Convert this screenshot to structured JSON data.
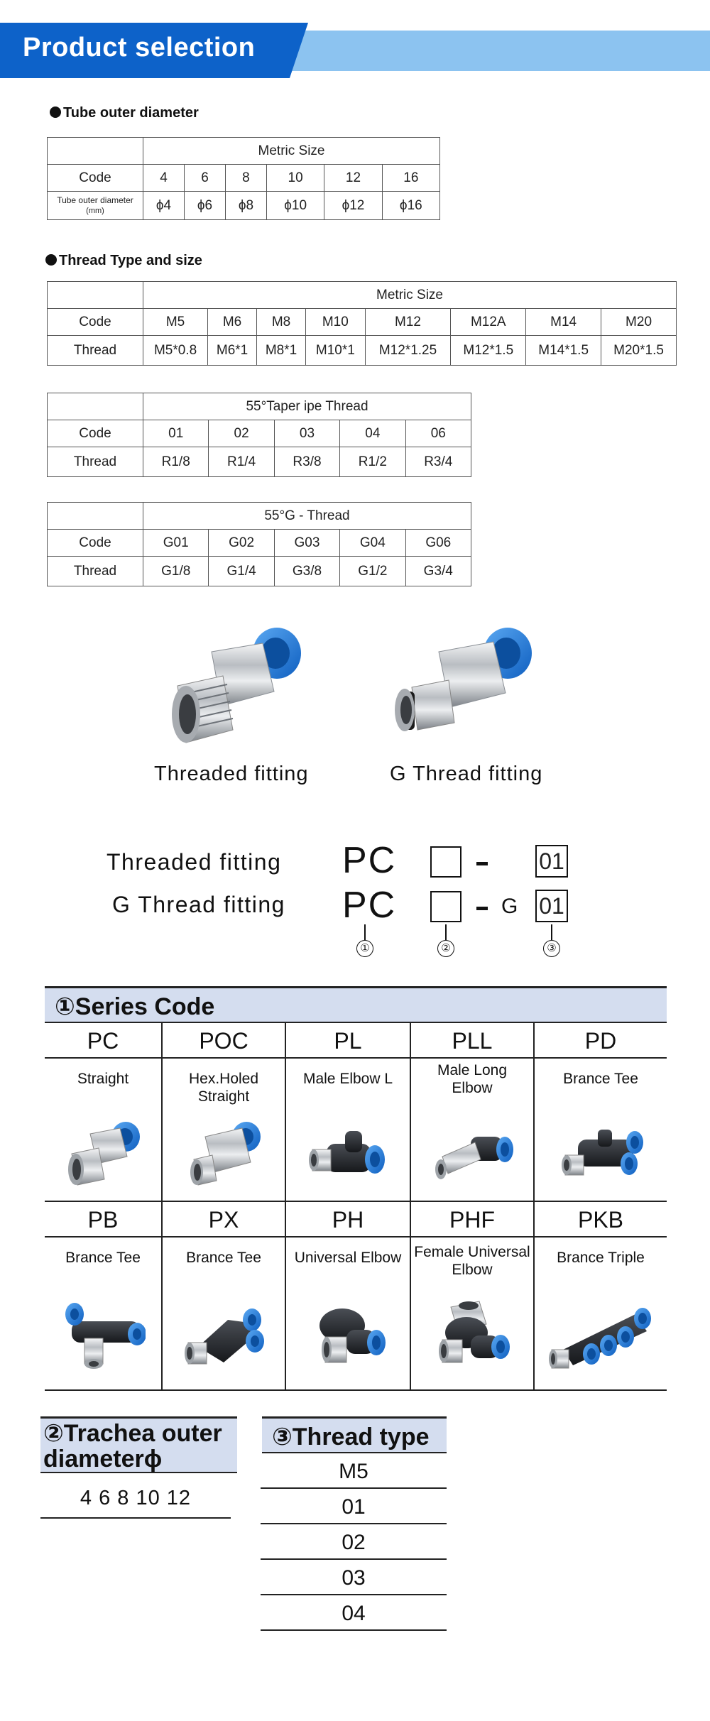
{
  "header": {
    "title": "Product selection"
  },
  "tube": {
    "label": "Tube outer diameter",
    "heading": "Metric Size",
    "code_label": "Code",
    "codes": [
      "4",
      "6",
      "8",
      "10",
      "12",
      "16"
    ],
    "row_label_1": "Tube outer diameter",
    "row_label_2": "(mm)",
    "values": [
      "ϕ4",
      "ϕ6",
      "ϕ8",
      "ϕ10",
      "ϕ12",
      "ϕ16"
    ]
  },
  "thread": {
    "label": "Thread Type and size",
    "metric": {
      "heading": "Metric Size",
      "code_label": "Code",
      "thread_label": "Thread",
      "codes": [
        "M5",
        "M6",
        "M8",
        "M10",
        "M12",
        "M12A",
        "M14",
        "M20"
      ],
      "values": [
        "M5*0.8",
        "M6*1",
        "M8*1",
        "M10*1",
        "M12*1.25",
        "M12*1.5",
        "M14*1.5",
        "M20*1.5"
      ]
    },
    "taper": {
      "heading": "55°Taper ipe Thread",
      "code_label": "Code",
      "thread_label": "Thread",
      "codes": [
        "01",
        "02",
        "03",
        "04",
        "06"
      ],
      "values": [
        "R1/8",
        "R1/4",
        "R3/8",
        "R1/2",
        "R3/4"
      ]
    },
    "g": {
      "heading": "55°G - Thread",
      "code_label": "Code",
      "thread_label": "Thread",
      "codes": [
        "G01",
        "G02",
        "G03",
        "G04",
        "G06"
      ],
      "values": [
        "G1/8",
        "G1/4",
        "G3/8",
        "G1/2",
        "G3/4"
      ]
    }
  },
  "fittings": {
    "threaded_caption": "Threaded fitting",
    "g_caption": "G Thread fitting"
  },
  "code_builder": {
    "row1_label": "Threaded fitting",
    "row2_label": "G Thread fitting",
    "prefix": "PC",
    "g_letter": "G",
    "suffix_value": "01",
    "markers": [
      "①",
      "②",
      "③"
    ]
  },
  "series": {
    "title": "①Series Code",
    "items": [
      {
        "code": "PC",
        "name": "Straight"
      },
      {
        "code": "POC",
        "name": "Hex.Holed Straight"
      },
      {
        "code": "PL",
        "name": "Male Elbow L"
      },
      {
        "code": "PLL",
        "name": "Male Long Elbow"
      },
      {
        "code": "PD",
        "name": "Brance Tee"
      },
      {
        "code": "PB",
        "name": "Brance Tee"
      },
      {
        "code": "PX",
        "name": "Brance Tee"
      },
      {
        "code": "PH",
        "name": "Universal Elbow"
      },
      {
        "code": "PHF",
        "name": "Female Universal Elbow"
      },
      {
        "code": "PKB",
        "name": "Brance Triple"
      }
    ]
  },
  "trachea": {
    "title": "②Trachea outer diameterϕ",
    "values": "4  6  8  10  12"
  },
  "thread_type": {
    "title": "③Thread type",
    "items": [
      "M5",
      "01",
      "02",
      "03",
      "04"
    ]
  },
  "colors": {
    "brand_blue": "#0d62c9",
    "light_blue": "#8cc3f0",
    "section_bg": "#d4ddef",
    "fitting_blue": "#1f7ee0",
    "fitting_black": "#24272c"
  }
}
